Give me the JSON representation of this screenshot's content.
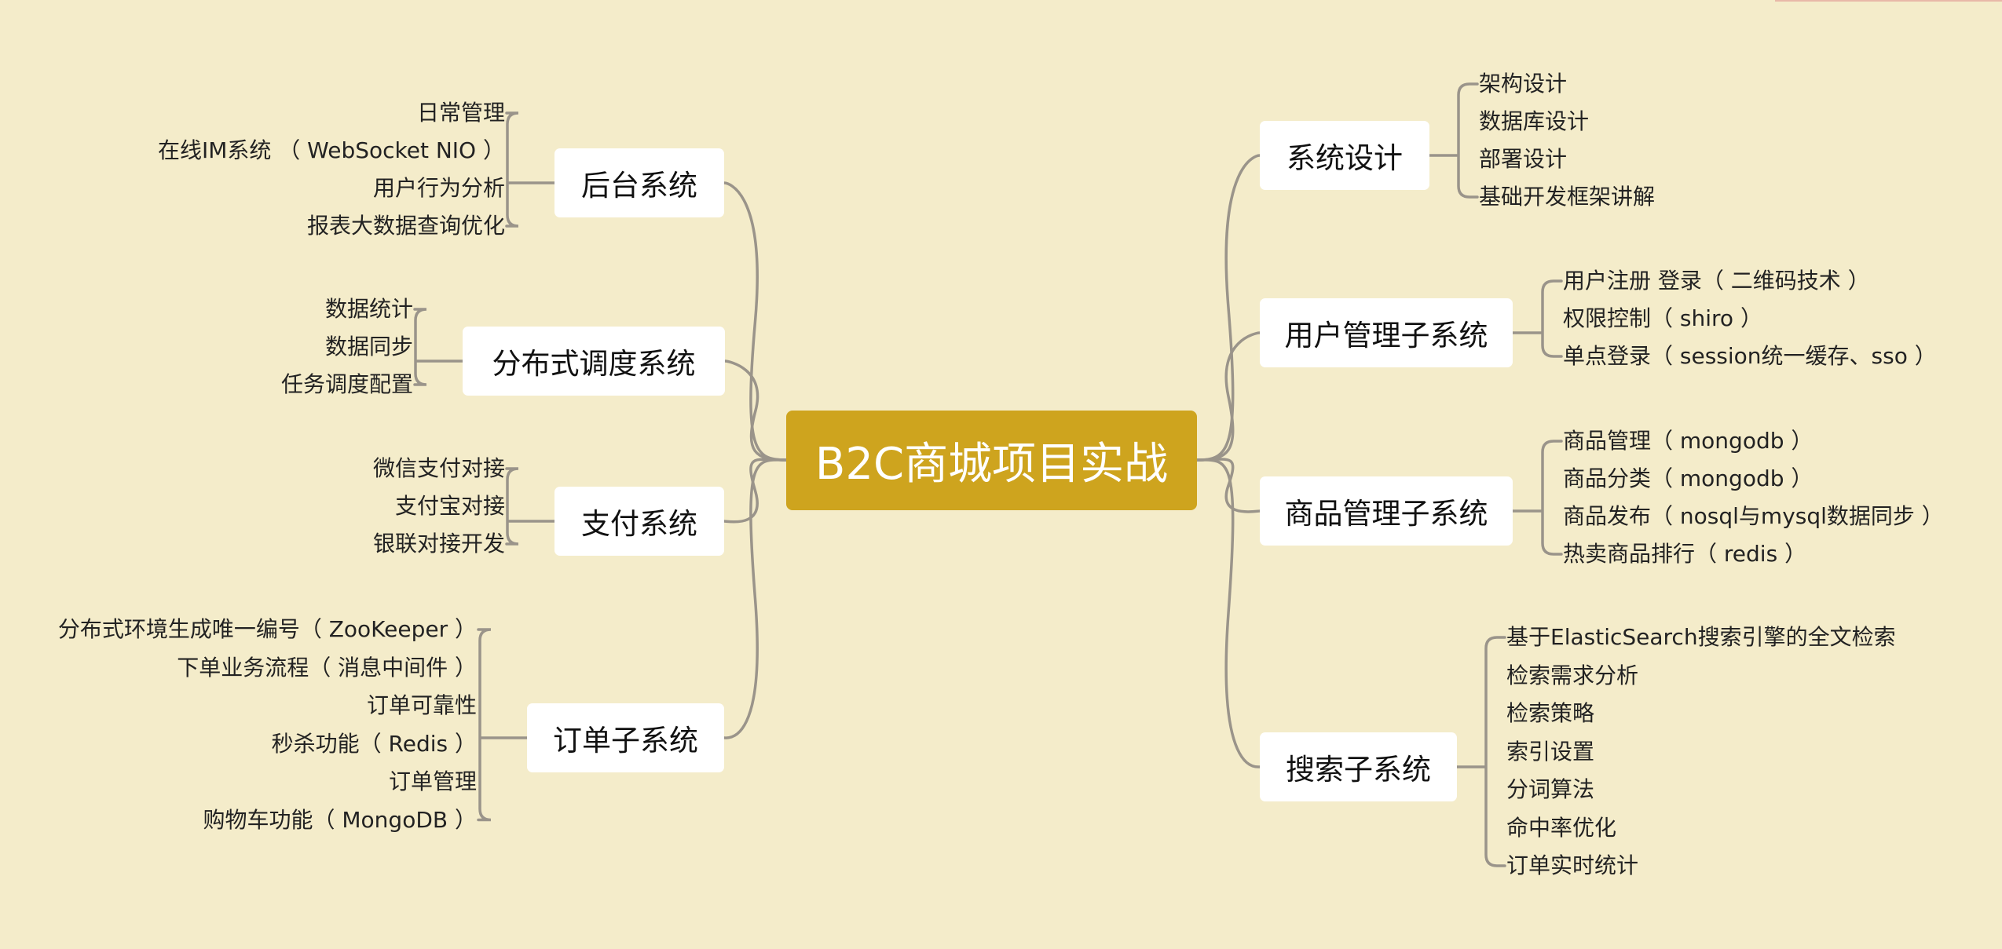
{
  "diagram": {
    "type": "mind-map",
    "central_topic": "B2C商城项目实战",
    "colors": {
      "background": "#f4ecca",
      "central_fill": "#cea41e",
      "central_text": "#ffffff",
      "branch_fill": "#ffffff",
      "connector": "#9a948a"
    },
    "left_branches": [
      {
        "label": "后台系统",
        "items": [
          "日常管理",
          "在线IM系统 （ WebSocket NIO ）",
          "用户行为分析",
          "报表大数据查询优化"
        ]
      },
      {
        "label": "分布式调度系统",
        "items": [
          "数据统计",
          "数据同步",
          "任务调度配置"
        ]
      },
      {
        "label": "支付系统",
        "items": [
          "微信支付对接",
          "支付宝对接",
          "银联对接开发"
        ]
      },
      {
        "label": "订单子系统",
        "items": [
          "分布式环境生成唯一编号（ ZooKeeper ）",
          "下单业务流程（ 消息中间件 ）",
          "订单可靠性",
          "秒杀功能（ Redis ）",
          "订单管理",
          "购物车功能（ MongoDB ）"
        ]
      }
    ],
    "right_branches": [
      {
        "label": "系统设计",
        "items": [
          "架构设计",
          "数据库设计",
          "部署设计",
          "基础开发框架讲解"
        ]
      },
      {
        "label": "用户管理子系统",
        "items": [
          "用户注册 登录（ 二维码技术 ）",
          "权限控制（ shiro ）",
          "单点登录（ session统一缓存、sso ）"
        ]
      },
      {
        "label": "商品管理子系统",
        "items": [
          "商品管理（ mongodb ）",
          "商品分类（ mongodb ）",
          "商品发布（ nosql与mysql数据同步 ）",
          "热卖商品排行（ redis ）"
        ]
      },
      {
        "label": "搜索子系统",
        "items": [
          "基于ElasticSearch搜索引擎的全文检索",
          "检索需求分析",
          "检索策略",
          "索引设置",
          "分词算法",
          "命中率优化",
          "订单实时统计"
        ]
      }
    ]
  }
}
